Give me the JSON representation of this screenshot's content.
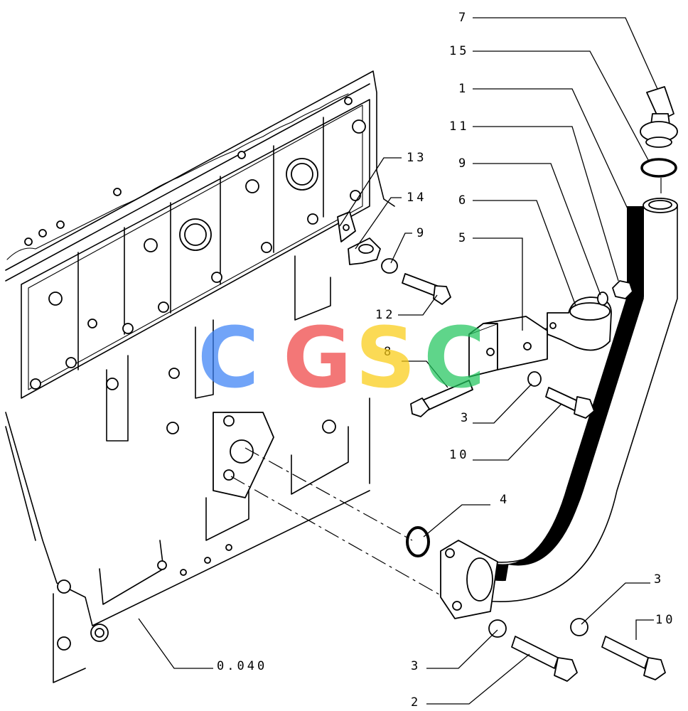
{
  "callouts": [
    {
      "label": "7"
    },
    {
      "label": "15"
    },
    {
      "label": "1"
    },
    {
      "label": "11"
    },
    {
      "label": "9"
    },
    {
      "label": "6"
    },
    {
      "label": "5"
    },
    {
      "label": "13"
    },
    {
      "label": "14"
    },
    {
      "label": "9"
    },
    {
      "label": "12"
    },
    {
      "label": "8"
    },
    {
      "label": "3"
    },
    {
      "label": "10"
    },
    {
      "label": "4"
    },
    {
      "label": "3"
    },
    {
      "label": "10"
    },
    {
      "label": "3"
    },
    {
      "label": "2"
    },
    {
      "label": "0.040"
    }
  ],
  "watermark": {
    "letters": [
      "C",
      "G",
      "S",
      "C"
    ],
    "colors": [
      "#3b82f6",
      "#ef4444",
      "#facc15",
      "#22c55e"
    ]
  }
}
